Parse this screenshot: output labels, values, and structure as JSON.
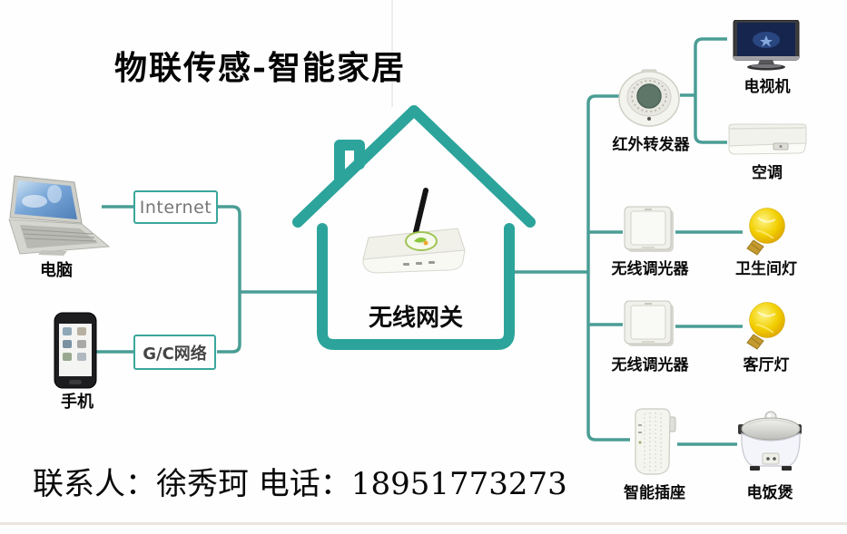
{
  "title": "物联传感-智能家居",
  "contact": "联系人：徐秀珂  电话：18951773273",
  "left": {
    "computer_label": "电脑",
    "phone_label": "手机",
    "internet_box": "Internet",
    "network_box": "G/C网络"
  },
  "center": {
    "gateway_label": "无线网关"
  },
  "right": {
    "ir_repeater_label": "红外转发器",
    "tv_label": "电视机",
    "ac_label": "空调",
    "dimmer1_label": "无线调光器",
    "bathroom_light_label": "卫生间灯",
    "dimmer2_label": "无线调光器",
    "living_light_label": "客厅灯",
    "socket_label": "智能插座",
    "cooker_label": "电饭煲"
  },
  "colors": {
    "teal": "#2CA49B",
    "line": "#4A9D95",
    "box-border": "#3BA69C",
    "box-text": "#777777",
    "box-text-dark": "#454545",
    "label": "#0A0A0A",
    "bulb": "#F2CF00",
    "tv-screen": "#16254D",
    "device-fill": "#F2F2EC",
    "device-stroke": "#C9C9C0",
    "strip": "#D8D2C2"
  }
}
